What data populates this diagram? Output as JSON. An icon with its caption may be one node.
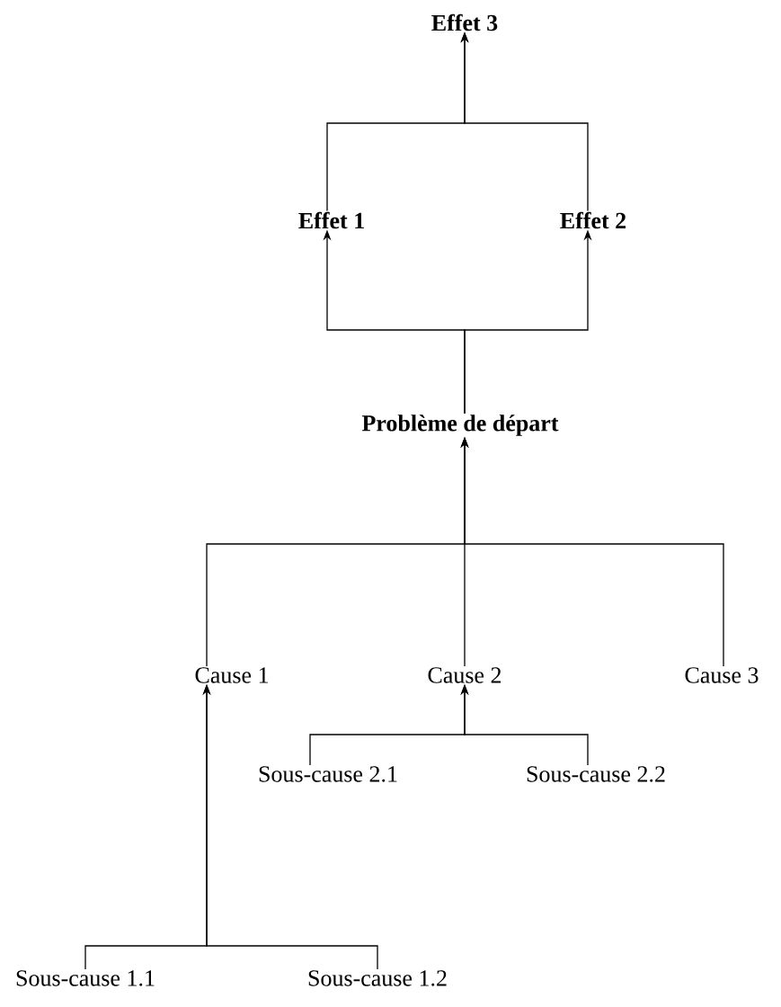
{
  "diagram": {
    "nodes": [
      {
        "text": [
          "Effet 3"
        ]
      },
      {
        "text": [
          "Effet 1"
        ]
      },
      {
        "text": [
          "Effet 2"
        ]
      },
      {
        "text": [
          "Problème de départ"
        ]
      },
      {
        "text": [
          "Cause 1"
        ]
      },
      {
        "text": [
          "Cause 2"
        ]
      },
      {
        "text": [
          "Cause 3"
        ]
      },
      {
        "text": [
          "Sous-cause 2.1"
        ]
      },
      {
        "text": [
          "Sous-cause 2.2"
        ]
      },
      {
        "text": [
          "Sous-cause 1.1"
        ]
      },
      {
        "text": [
          "Sous-cause 1.2"
        ]
      }
    ],
    "edges": [
      {
        "from": 1,
        "to": 0,
        "arrow": "to"
      },
      {
        "from": 2,
        "to": 0,
        "arrow": "to"
      },
      {
        "from": 3,
        "to": 1,
        "arrow": "to"
      },
      {
        "from": 3,
        "to": 2,
        "arrow": "to"
      },
      {
        "from": 4,
        "to": 3,
        "arrow": "to"
      },
      {
        "from": 5,
        "to": 3,
        "arrow": "to"
      },
      {
        "from": 6,
        "to": 3,
        "arrow": "to"
      },
      {
        "from": 7,
        "to": 5,
        "arrow": "to"
      },
      {
        "from": 8,
        "to": 5,
        "arrow": "to"
      },
      {
        "from": 9,
        "to": 4,
        "arrow": "to"
      },
      {
        "from": 10,
        "to": 4,
        "arrow": "to"
      }
    ]
  }
}
